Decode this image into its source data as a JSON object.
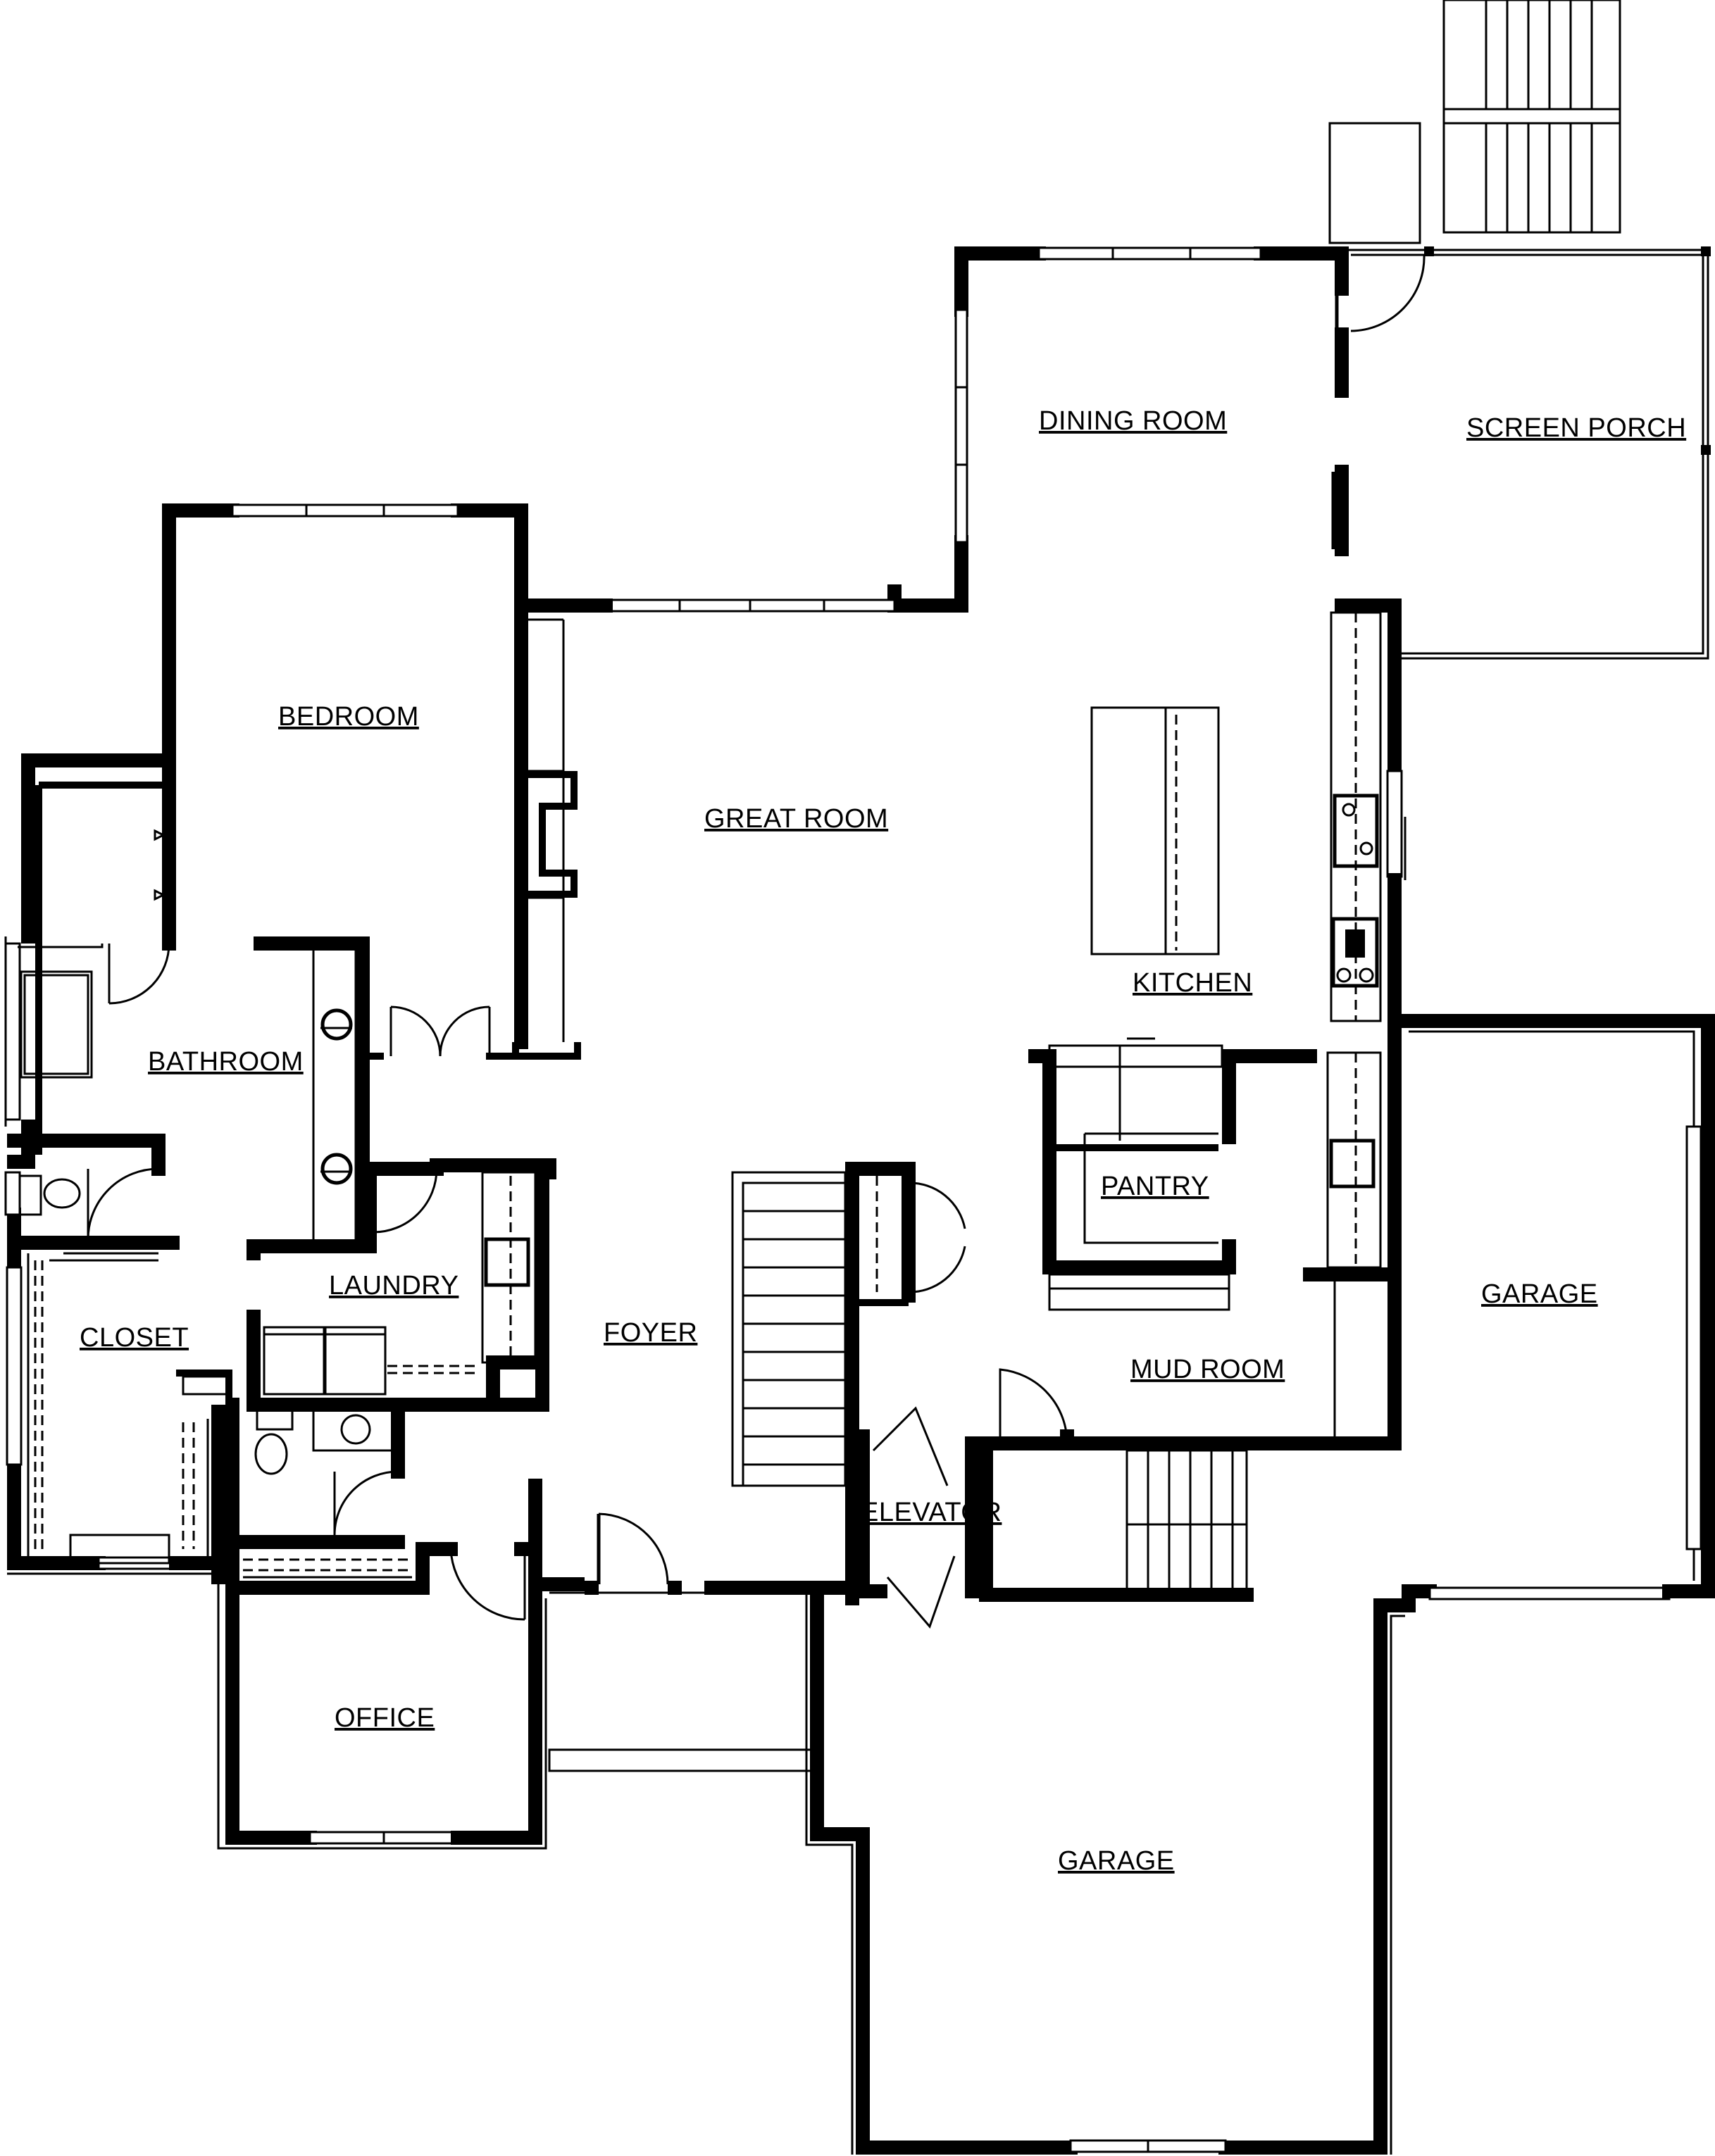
{
  "plan": {
    "rooms": {
      "dining_room": "DINING ROOM",
      "screen_porch": "SCREEN PORCH",
      "bedroom": "BEDROOM",
      "great_room": "GREAT ROOM",
      "kitchen": "KITCHEN",
      "bathroom": "BATHROOM",
      "pantry": "PANTRY",
      "laundry": "LAUNDRY",
      "closet": "CLOSET",
      "foyer": "FOYER",
      "garage_right": "GARAGE",
      "mud_room": "MUD ROOM",
      "elevator": "ELEVATOR",
      "office": "OFFICE",
      "garage_bottom": "GARAGE"
    }
  }
}
